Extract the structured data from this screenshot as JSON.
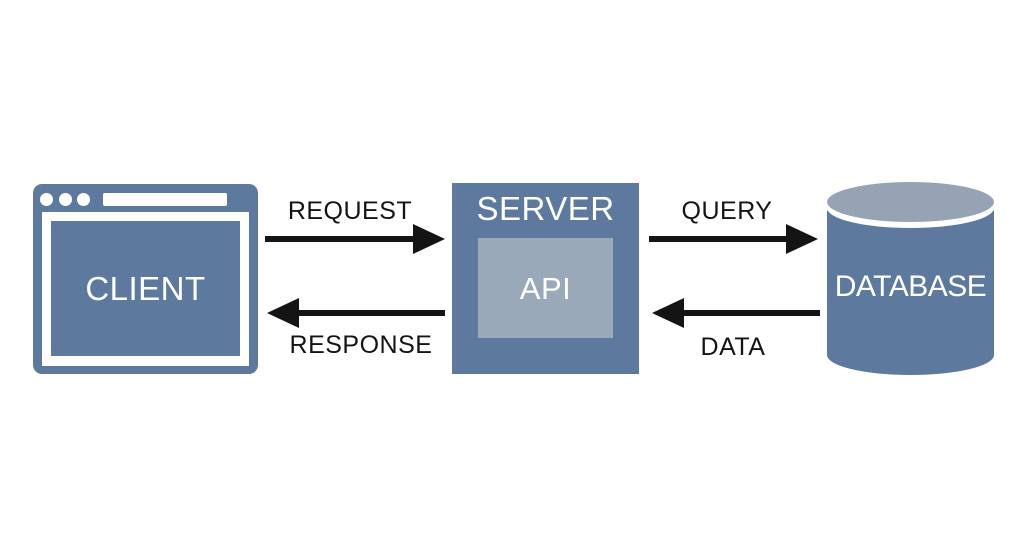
{
  "diagram": {
    "nodes": {
      "client": {
        "label": "CLIENT"
      },
      "server": {
        "label": "SERVER"
      },
      "api": {
        "label": "API"
      },
      "database": {
        "label": "DATABASE"
      }
    },
    "flows": {
      "request": {
        "label": "REQUEST",
        "from": "CLIENT",
        "to": "SERVER",
        "direction": "right"
      },
      "response": {
        "label": "RESPONSE",
        "from": "SERVER",
        "to": "CLIENT",
        "direction": "left"
      },
      "query": {
        "label": "QUERY",
        "from": "SERVER",
        "to": "DATABASE",
        "direction": "right"
      },
      "data": {
        "label": "DATA",
        "from": "DATABASE",
        "to": "SERVER",
        "direction": "left"
      }
    },
    "colors": {
      "node_fill": "#5d7a9e",
      "api_fill": "#9aa9ba",
      "db_top_fill": "#95a3b4",
      "node_text": "#ffffff",
      "arrow": "#141414",
      "flow_text": "#141414",
      "background": "#ffffff"
    }
  }
}
